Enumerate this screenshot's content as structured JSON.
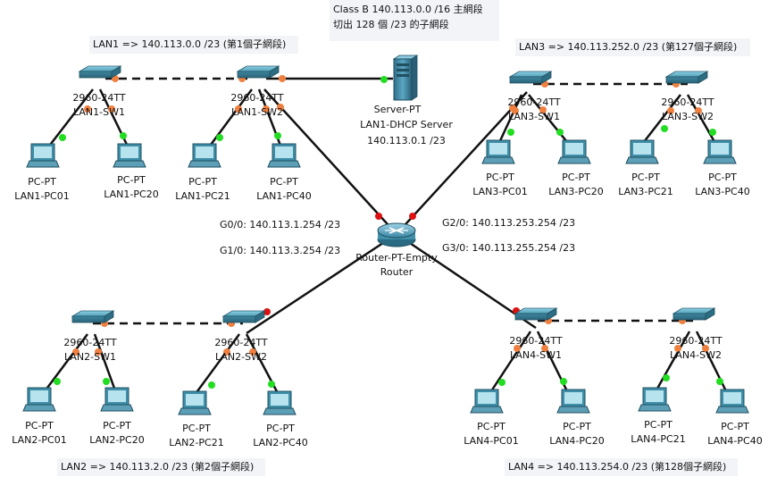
{
  "notes": {
    "classb_line1": "Class B 140.113.0.0 /16 主網段",
    "classb_line2": "切出 128 個 /23 的子網段",
    "lan1": "LAN1 => 140.113.0.0 /23 (第1個子網段)",
    "lan2": "LAN2 => 140.113.2.0 /23 (第2個子網段)",
    "lan3": "LAN3 => 140.113.252.0 /23 (第127個子網段)",
    "lan4": "LAN4 => 140.113.254.0 /23 (第128個子網段)"
  },
  "router": {
    "model": "Router-PT-Empty",
    "name": "Router",
    "interfaces": {
      "g00": "G0/0: 140.113.1.254 /23",
      "g10": "G1/0: 140.113.3.254 /23",
      "g20": "G2/0: 140.113.253.254 /23",
      "g30": "G3/0: 140.113.255.254 /23"
    }
  },
  "server": {
    "model": "Server-PT",
    "name": "LAN1-DHCP Server",
    "ip": "140.113.0.1 /23"
  },
  "switches": [
    {
      "id": "lan1-sw1",
      "model": "2960-24TT",
      "name": "LAN1-SW1"
    },
    {
      "id": "lan1-sw2",
      "model": "2960-24TT",
      "name": "LAN1-SW2"
    },
    {
      "id": "lan2-sw1",
      "model": "2960-24TT",
      "name": "LAN2-SW1"
    },
    {
      "id": "lan2-sw2",
      "model": "2960-24TT",
      "name": "LAN2-SW2"
    },
    {
      "id": "lan3-sw1",
      "model": "2960-24TT",
      "name": "LAN3-SW1"
    },
    {
      "id": "lan3-sw2",
      "model": "2960-24TT",
      "name": "LAN3-SW2"
    },
    {
      "id": "lan4-sw1",
      "model": "2960-24TT",
      "name": "LAN4-SW1"
    },
    {
      "id": "lan4-sw2",
      "model": "2960-24TT",
      "name": "LAN4-SW2"
    }
  ],
  "pcs": [
    {
      "id": "lan1-pc01",
      "model": "PC-PT",
      "name": "LAN1-PC01"
    },
    {
      "id": "lan1-pc20",
      "model": "PC-PT",
      "name": "LAN1-PC20"
    },
    {
      "id": "lan1-pc21",
      "model": "PC-PT",
      "name": "LAN1-PC21"
    },
    {
      "id": "lan1-pc40",
      "model": "PC-PT",
      "name": "LAN1-PC40"
    },
    {
      "id": "lan2-pc01",
      "model": "PC-PT",
      "name": "LAN2-PC01"
    },
    {
      "id": "lan2-pc20",
      "model": "PC-PT",
      "name": "LAN2-PC20"
    },
    {
      "id": "lan2-pc21",
      "model": "PC-PT",
      "name": "LAN2-PC21"
    },
    {
      "id": "lan2-pc40",
      "model": "PC-PT",
      "name": "LAN2-PC40"
    },
    {
      "id": "lan3-pc01",
      "model": "PC-PT",
      "name": "LAN3-PC01"
    },
    {
      "id": "lan3-pc20",
      "model": "PC-PT",
      "name": "LAN3-PC20"
    },
    {
      "id": "lan3-pc21",
      "model": "PC-PT",
      "name": "LAN3-PC21"
    },
    {
      "id": "lan3-pc40",
      "model": "PC-PT",
      "name": "LAN3-PC40"
    },
    {
      "id": "lan4-pc01",
      "model": "PC-PT",
      "name": "LAN4-PC01"
    },
    {
      "id": "lan4-pc20",
      "model": "PC-PT",
      "name": "LAN4-PC20"
    },
    {
      "id": "lan4-pc21",
      "model": "PC-PT",
      "name": "LAN4-PC21"
    },
    {
      "id": "lan4-pc40",
      "model": "PC-PT",
      "name": "LAN4-PC40"
    }
  ],
  "links": [
    {
      "from": "lan1-sw1",
      "to": "lan1-sw2",
      "style": "crossover"
    },
    {
      "from": "lan2-sw1",
      "to": "lan2-sw2",
      "style": "crossover"
    },
    {
      "from": "lan3-sw1",
      "to": "lan3-sw2",
      "style": "crossover"
    },
    {
      "from": "lan4-sw1",
      "to": "lan4-sw2",
      "style": "crossover"
    },
    {
      "from": "lan1-sw2",
      "to": "server",
      "style": "straight"
    },
    {
      "from": "lan1-sw2",
      "to": "router",
      "style": "straight"
    },
    {
      "from": "lan2-sw2",
      "to": "router",
      "style": "straight"
    },
    {
      "from": "lan3-sw1",
      "to": "router",
      "style": "straight"
    },
    {
      "from": "lan4-sw1",
      "to": "router",
      "style": "straight"
    },
    {
      "from": "lan1-sw1",
      "to": "lan1-pc01",
      "style": "straight"
    },
    {
      "from": "lan1-sw1",
      "to": "lan1-pc20",
      "style": "straight"
    },
    {
      "from": "lan1-sw2",
      "to": "lan1-pc21",
      "style": "straight"
    },
    {
      "from": "lan1-sw2",
      "to": "lan1-pc40",
      "style": "straight"
    },
    {
      "from": "lan2-sw1",
      "to": "lan2-pc01",
      "style": "straight"
    },
    {
      "from": "lan2-sw1",
      "to": "lan2-pc20",
      "style": "straight"
    },
    {
      "from": "lan2-sw2",
      "to": "lan2-pc21",
      "style": "straight"
    },
    {
      "from": "lan2-sw2",
      "to": "lan2-pc40",
      "style": "straight"
    },
    {
      "from": "lan3-sw1",
      "to": "lan3-pc01",
      "style": "straight"
    },
    {
      "from": "lan3-sw1",
      "to": "lan3-pc20",
      "style": "straight"
    },
    {
      "from": "lan3-sw2",
      "to": "lan3-pc21",
      "style": "straight"
    },
    {
      "from": "lan3-sw2",
      "to": "lan3-pc40",
      "style": "straight"
    },
    {
      "from": "lan4-sw1",
      "to": "lan4-pc01",
      "style": "straight"
    },
    {
      "from": "lan4-sw1",
      "to": "lan4-pc20",
      "style": "straight"
    },
    {
      "from": "lan4-sw2",
      "to": "lan4-pc21",
      "style": "straight"
    },
    {
      "from": "lan4-sw2",
      "to": "lan4-pc40",
      "style": "straight"
    }
  ],
  "colors": {
    "link_up": "#22dd22",
    "link_orange": "#f08040",
    "link_down": "#dd1111",
    "cable": "#111111",
    "device_teal": "#3f8fa8",
    "note_bg": "#f2f4f7"
  }
}
